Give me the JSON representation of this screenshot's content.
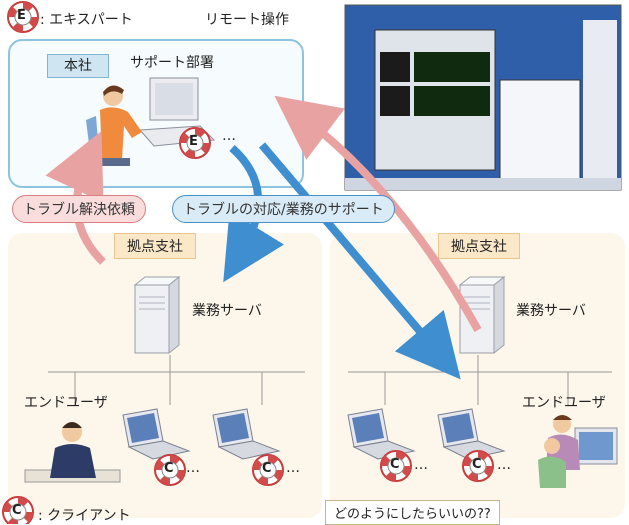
{
  "legend": {
    "expert_icon_letter": "E",
    "expert_label": ": エキスパート",
    "client_icon_letter": "C",
    "client_label": ": クライアント"
  },
  "headquarters": {
    "tab_label": "本社",
    "department_label": "サポート部署",
    "ellipsis": "…"
  },
  "remote_operation_label": "リモート操作",
  "flows": {
    "request_label": "トラブル解決依頼",
    "support_label": "トラブルの対応/業務のサポート"
  },
  "branch_left": {
    "tab_label": "拠点支社",
    "server_label": "業務サーバ",
    "end_user_label": "エンドユーザ",
    "ellipsis": "…"
  },
  "branch_right": {
    "tab_label": "拠点支社",
    "server_label": "業務サーバ",
    "end_user_label": "エンドユーザ",
    "ellipsis": "…",
    "question_bubble": "どのようにしたらいいの??"
  },
  "colors": {
    "request_arrow": "#e8a2a2",
    "support_arrow": "#3f8fd0",
    "hq_border": "#8cc4e0",
    "branch_fill": "#fdf6ea"
  }
}
